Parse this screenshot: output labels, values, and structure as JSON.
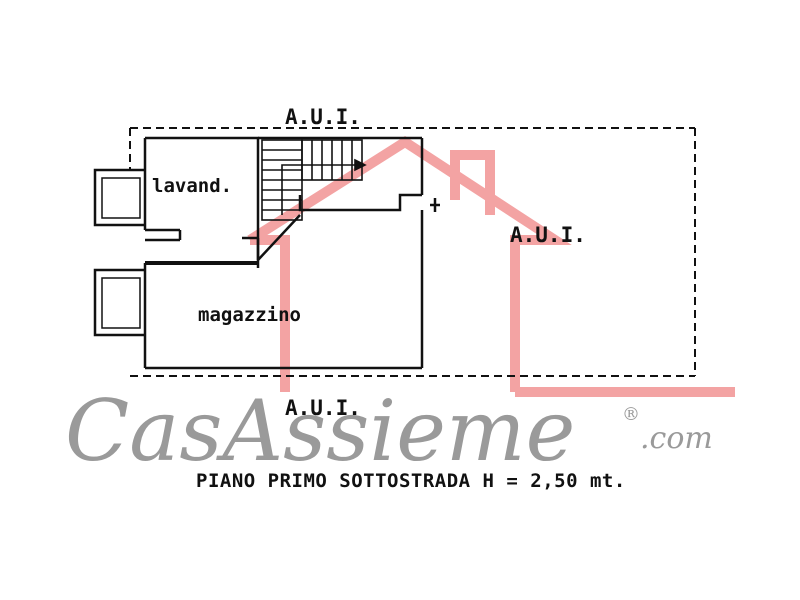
{
  "plan": {
    "labels": {
      "aui_top": "A.U.I.",
      "aui_right": "A.U.I.",
      "aui_bottom": "A.U.I.",
      "lavand": "lavand.",
      "magazzino": "magazzino"
    },
    "caption": "PIANO PRIMO SOTTOSTRADA H = 2,50 mt."
  },
  "watermark": {
    "brand": "CasAssieme",
    "registered": "®",
    "domain": ".com",
    "colors": {
      "house": "#f3a3a3",
      "text": "#9a9a9a"
    }
  }
}
